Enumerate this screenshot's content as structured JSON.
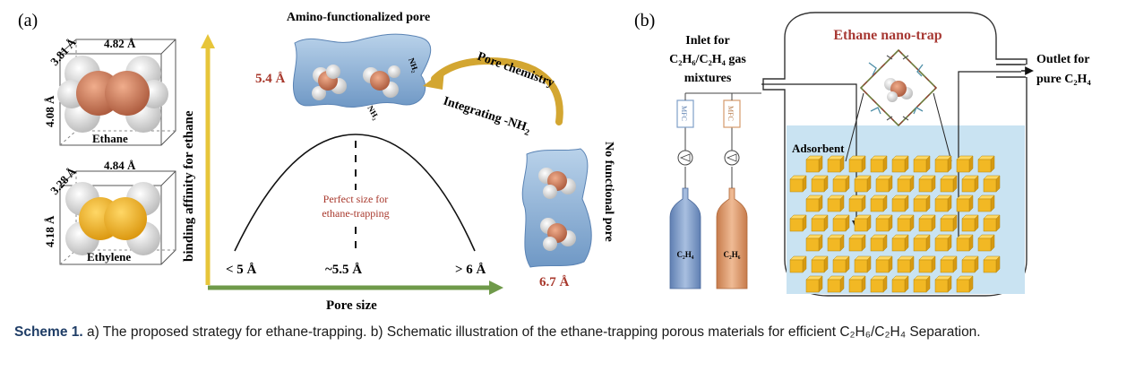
{
  "panel_a": {
    "label": "(a)",
    "ethane_box": {
      "dim_a": "3.81 Å",
      "dim_b": "4.82 Å",
      "dim_c": "4.08 Å",
      "name": "Ethane"
    },
    "ethylene_box": {
      "dim_a": "3.28 Å",
      "dim_b": "4.84 Å",
      "dim_c": "4.18 Å",
      "name": "Ethylene"
    },
    "y_axis_label": "binding affinity for ethane",
    "x_axis_label": "Pore size",
    "x_ticks": [
      "< 5 Å",
      "~5.5 Å",
      "> 6 Å"
    ],
    "curve_note": [
      "Perfect size for",
      "ethane-trapping"
    ],
    "amino_title": "Amino-functionalized pore",
    "amino_size": "5.4 Å",
    "nh2_label": "NH₂",
    "pore_chemistry": "Pore chemistry",
    "integrating_pre": "Integrating -NH",
    "integrating_sub": "2",
    "no_func_label": "No functional pore",
    "plain_size": "6.7 Å"
  },
  "panel_b": {
    "label": "(b)",
    "inlet": {
      "line1": "Inlet for",
      "line2": "C₂H₆/C₂H₄ gas",
      "line3": "mixtures"
    },
    "outlet": {
      "line1": "Outlet for",
      "line2": "pure C₂H₄"
    },
    "trap_title": "Ethane nano-trap",
    "adsorbent": "Adsorbent",
    "mfc": "MFC",
    "cylinder_left": "C₂H₄",
    "cylinder_right": "C₂H₆"
  },
  "caption": {
    "lead": "Scheme 1.",
    "text": " a) The proposed strategy for ethane-trapping. b) Schematic illustration of the ethane-trapping porous materials for efficient C₂H₆/C₂H₄ Separation."
  },
  "colors": {
    "y_axis": "#e7c53a",
    "x_axis": "#6f9a4a",
    "size_red": "#a8382c",
    "trap_title": "#a83a35",
    "arrow_gold": "#d3a631",
    "pore_blue": "#8fb3d6",
    "liquid_blue": "#c9e3f2",
    "cube_gold": "#f2b824",
    "cyl_left": "#7c9ac7",
    "cyl_right": "#d99a6e"
  }
}
